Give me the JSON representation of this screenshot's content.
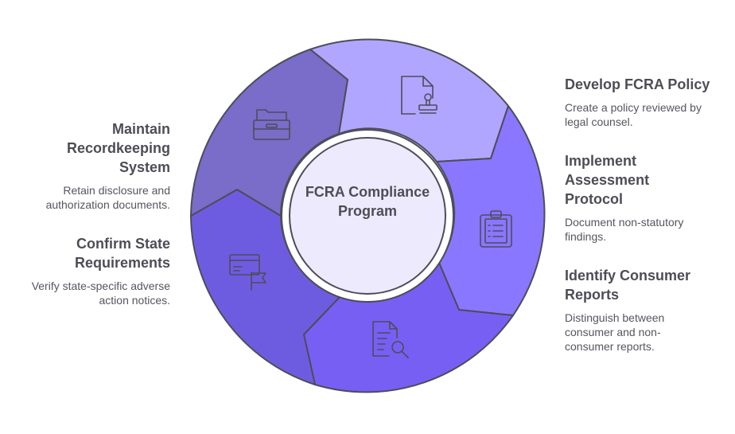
{
  "center": {
    "line1": "FCRA Compliance",
    "line2": "Program"
  },
  "steps": [
    {
      "id": "develop-policy",
      "title_lines": [
        "Develop FCRA Policy"
      ],
      "desc_lines": [
        "Create a policy reviewed by",
        "legal counsel."
      ],
      "icon": "document-stamp-icon",
      "color": "#b1a6ff"
    },
    {
      "id": "assessment-protocol",
      "title_lines": [
        "Implement",
        "Assessment",
        "Protocol"
      ],
      "desc_lines": [
        "Document non-statutory",
        "findings."
      ],
      "icon": "clipboard-list-icon",
      "color": "#8a77ff"
    },
    {
      "id": "consumer-reports",
      "title_lines": [
        "Identify Consumer",
        "Reports"
      ],
      "desc_lines": [
        "Distinguish between",
        "consumer and non-",
        "consumer reports."
      ],
      "icon": "document-search-icon",
      "color": "#775ff4"
    },
    {
      "id": "state-requirements",
      "title_lines": [
        "Confirm State",
        "Requirements"
      ],
      "desc_lines": [
        "Verify state-specific adverse",
        "action notices."
      ],
      "icon": "card-flag-icon",
      "color": "#6e5ce0"
    },
    {
      "id": "recordkeeping",
      "title_lines": [
        "Maintain",
        "Recordkeeping",
        "System"
      ],
      "desc_lines": [
        "Retain disclosure and",
        "authorization documents."
      ],
      "icon": "file-drawer-icon",
      "color": "#7a6cc9"
    }
  ]
}
